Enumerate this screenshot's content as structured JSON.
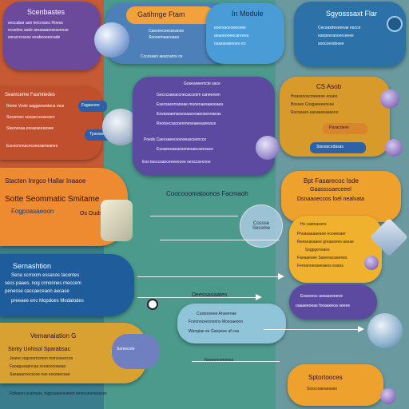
{
  "columns": {
    "left_color": "#c94e2e",
    "mid_color": "#3e8f88",
    "right_color": "#5a8d9a"
  },
  "top": {
    "card1_title": "Scenbastes",
    "card1_lines": [
      "eeccabar aon terccsanc Hoeos",
      "ecsedos asde amaaaarearaonnse",
      "esracrcracee eeabeoeeorade"
    ],
    "card2_title": "Gatihnge Ftam",
    "card2_sub": "Cccesaes aeacranre ce",
    "card3_title": "In Module",
    "card4_title": "Sgyosssaxt Flar",
    "card4_lines": [
      "Cecsasdeseeeae eacce",
      "eanpeeranoerceeee",
      "soocoeodosee"
    ]
  },
  "left": {
    "block1_title": "Seamceme Fasmtiedes",
    "block1_lines": [
      "Rome Vovle aaggeeamteos mos",
      "Sessenoc sosasrcceacesrs",
      "Sisenesaa ereaeseeoesee",
      "Euceonnnacecseosameanes"
    ],
    "badge1": "Fagaeneo",
    "block2_title": "Stacten Inrgco Hallar Inaaoe",
    "block2_sub": "Sotte Seommatic Smitame",
    "block2_sub2": "Fogpoasaeoon",
    "block2_tag": "Os Ouds",
    "block3_title": "Sernashtion",
    "block3_lines": [
      "Sena scrroom essacos tacontes",
      "secs paaes. nog cnnonnes meccem",
      "penesse caccaeceaon aecase",
      "preeaee enc Mopdoes Modalodes"
    ],
    "block4_title": "Vernanaiation G",
    "block4_sub": "Simty Unhisol Sparabsac",
    "block4_lines": [
      "Jeane cegceorncmon moncoeercos",
      "Faoaguaepncaa sceaoocoaoaa",
      "Sasaaaocecscoe eso eocesecsae"
    ],
    "footer": "Fidiseen acameas, fogpoaseesseeof emecononessces"
  },
  "mid": {
    "panel1_title": "Goseaneemcte sace",
    "panel1_lines": [
      "Gecccsaeaccnecaccesm caneeesm",
      "Esecsasorraneae mooenaesaaoeaea",
      "Eovassaenaraosaacesaeoseeoanas",
      "Reotsecsacoenmeseaeeaanoace",
      "Poeds Caecsaeecesnoeasceencce",
      "Esoaeeeaeaessneoaecseesace"
    ],
    "panel1_footer": "Eos toeccoaoceneeecee oenccsecnoe",
    "section_title": "Coocooomatoonos Facmaoh",
    "orb_label": "Cossse Secome",
    "doc_title": "Deessasaates",
    "doc_lines": [
      "Custsoseee Anseenae",
      "Fcennnceecnsnns Mosoaeoon",
      "Wangiae ee Ganpeve af coa"
    ],
    "n_label": "Noseenoeeeoes"
  },
  "right": {
    "box1_title": "CS Asob",
    "box1_lines": [
      "Hoasenoscmeeeoe eoaeo",
      "Bosses Cosgaeeeeocee",
      "Rocseaso eaoaeeeaaseoo"
    ],
    "tag1": "Pasacdeee",
    "tag2": "Stsosacodasas",
    "box2_title": "Bpt Fasarecoc Isde",
    "box2_lines": [
      "Gaassssaeceeel",
      "Dsnaaoeccos foel nealvata"
    ],
    "list_title": "Hs casteassns",
    "list_lines": [
      "Fhoasaaaaeaoe ecoeesaer",
      "Reeseasaaoe greaaseeo aseae",
      "Ssgpgenoaes",
      "Faeaaesee Saoeeacaaenes",
      "Fereannesseeaeos eoaos"
    ],
    "small_lines": [
      "Esseeecs aosaseeeeoe",
      "oaaaeeoeae fooaaeeoa oeeee"
    ],
    "box3_title": "Sptortooces",
    "box3_sub": "Sosccoaeaosaso"
  }
}
